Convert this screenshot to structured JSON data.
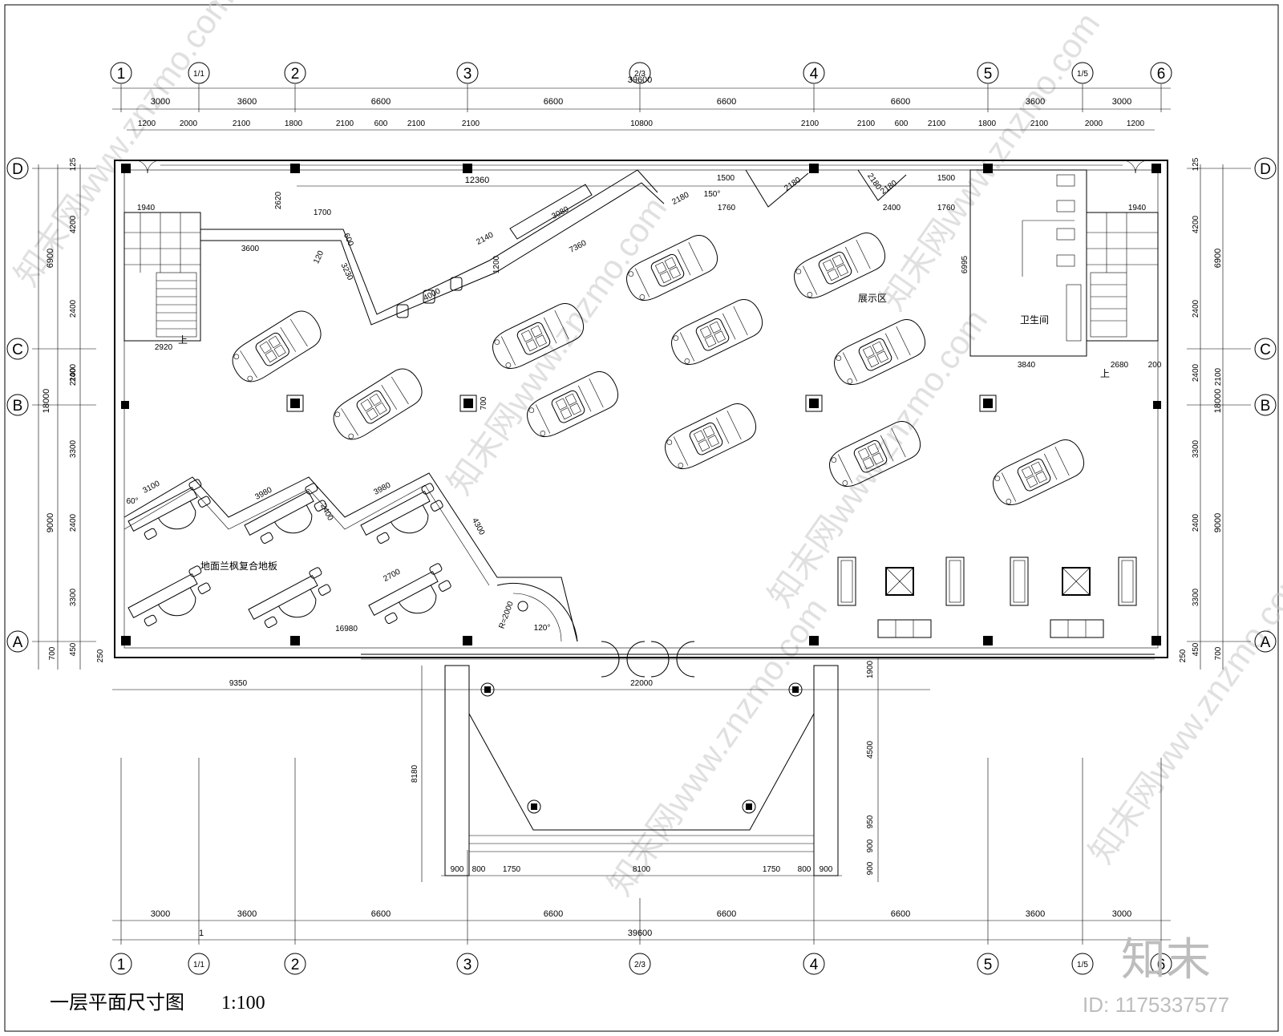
{
  "drawing": {
    "title": "一层平面尺寸图",
    "scale": "1:100",
    "brand_mark": "知末",
    "brand_id": "ID: 1175337577",
    "watermark": "知末网www.znzmo.com"
  },
  "axes": {
    "vertical": [
      "1",
      "1/1",
      "2",
      "3",
      "2/3",
      "4",
      "5",
      "1/5",
      "6"
    ],
    "horizontal": [
      "D",
      "C",
      "B",
      "A"
    ]
  },
  "dims": {
    "top_total": "39600",
    "top_bays": [
      "3000",
      "3600",
      "6600",
      "6600",
      "6600",
      "6600",
      "3600",
      "3000"
    ],
    "top_openings": [
      "1200",
      "2000",
      "2100",
      "1800",
      "2100",
      "600",
      "2100",
      "2100",
      "10800",
      "2100",
      "2100",
      "600",
      "2100",
      "1800",
      "2100",
      "2000",
      "1200"
    ],
    "bottom_total": "39600",
    "bottom_bays": [
      "3000",
      "3600",
      "6600",
      "6600",
      "6600",
      "6600",
      "3600",
      "3000"
    ],
    "bottom_marker": "1",
    "left_total": "18000",
    "left_major": [
      "6900",
      "9000"
    ],
    "left_minor": [
      "4200",
      "2400",
      "2100",
      "2400",
      "3300",
      "2400",
      "3300",
      "700",
      "450",
      "125"
    ],
    "right_total": "18000",
    "right_major": [
      "6900",
      "9000"
    ],
    "right_minor": [
      "4200",
      "2400",
      "2100",
      "2400",
      "3300",
      "2400",
      "3300",
      "700",
      "450",
      "125"
    ],
    "side_250": "250",
    "entrance_width": "22000",
    "entrance_left": "9350",
    "canopy_row": [
      "900",
      "800",
      "1750",
      "8100",
      "1750",
      "800",
      "900"
    ],
    "canopy_depth": "8180",
    "canopy_right": [
      "1900",
      "4500",
      "950",
      "900",
      "900"
    ],
    "interior": [
      "12360",
      "1940",
      "2620",
      "1700",
      "3600",
      "600",
      "120",
      "3230",
      "2920",
      "2140",
      "3080",
      "7360",
      "1200",
      "4000",
      "2180",
      "1500",
      "150°",
      "1760",
      "2180",
      "2180",
      "2180",
      "2400",
      "1500",
      "1760",
      "6995",
      "1940",
      "3840",
      "2680",
      "200",
      "700",
      "3100",
      "60°",
      "3980",
      "3980",
      "4300",
      "2400",
      "2700",
      "16980",
      "R=2000",
      "120°"
    ]
  },
  "rooms": {
    "showroom": "展示区",
    "restroom": "卫生间",
    "floor_note": "地面兰枫复合地板",
    "stair_up_left": "上",
    "stair_up_right": "上"
  },
  "cars": [
    {
      "cx": 0.0,
      "rot": -30
    }
  ]
}
